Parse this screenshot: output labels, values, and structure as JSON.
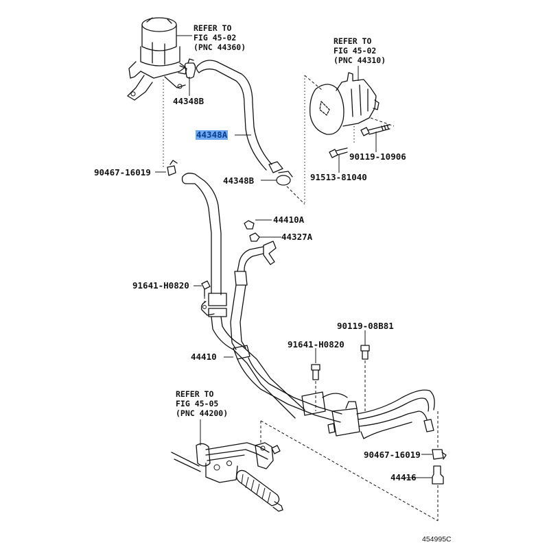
{
  "diagram": {
    "title": "Power steering hose & reservoir parts diagram",
    "figure_id": "454995C",
    "highlight_color": "#6ea8f0",
    "references": [
      {
        "name": "reservoir-reference",
        "lines": [
          "REFER TO",
          "FIG 45-02",
          "(PNC 44360)"
        ]
      },
      {
        "name": "pump-reference",
        "lines": [
          "REFER TO",
          "FIG 45-02",
          "(PNC 44310)"
        ]
      },
      {
        "name": "gear-reference",
        "lines": [
          "REFER TO",
          "FIG 45-05",
          "(PNC 44200)"
        ]
      }
    ],
    "parts": [
      {
        "name": "clamp-44348b-upper",
        "label": "44348B",
        "highlighted": false
      },
      {
        "name": "hose-44348a",
        "label": "44348A",
        "highlighted": true
      },
      {
        "name": "clamp-44348b-lower",
        "label": "44348B",
        "highlighted": false
      },
      {
        "name": "bolt-90119-10906",
        "label": "90119-10906",
        "highlighted": false
      },
      {
        "name": "bolt-91513-81040",
        "label": "91513-81040",
        "highlighted": false
      },
      {
        "name": "clip-90467-16019-upper",
        "label": "90467-16019",
        "highlighted": false
      },
      {
        "name": "union-bolt-44410a",
        "label": "44410A",
        "highlighted": false
      },
      {
        "name": "gasket-44327a",
        "label": "44327A",
        "highlighted": false
      },
      {
        "name": "bolt-91641-h0820-left",
        "label": "91641-H0820",
        "highlighted": false
      },
      {
        "name": "pressure-tube-44410",
        "label": "44410",
        "highlighted": false
      },
      {
        "name": "bolt-90119-08b81",
        "label": "90119-08B81",
        "highlighted": false
      },
      {
        "name": "bolt-91641-h0820-right",
        "label": "91641-H0820",
        "highlighted": false
      },
      {
        "name": "clip-90467-16019-lower",
        "label": "90467-16019",
        "highlighted": false
      },
      {
        "name": "hose-44416",
        "label": "44416",
        "highlighted": false
      }
    ]
  }
}
